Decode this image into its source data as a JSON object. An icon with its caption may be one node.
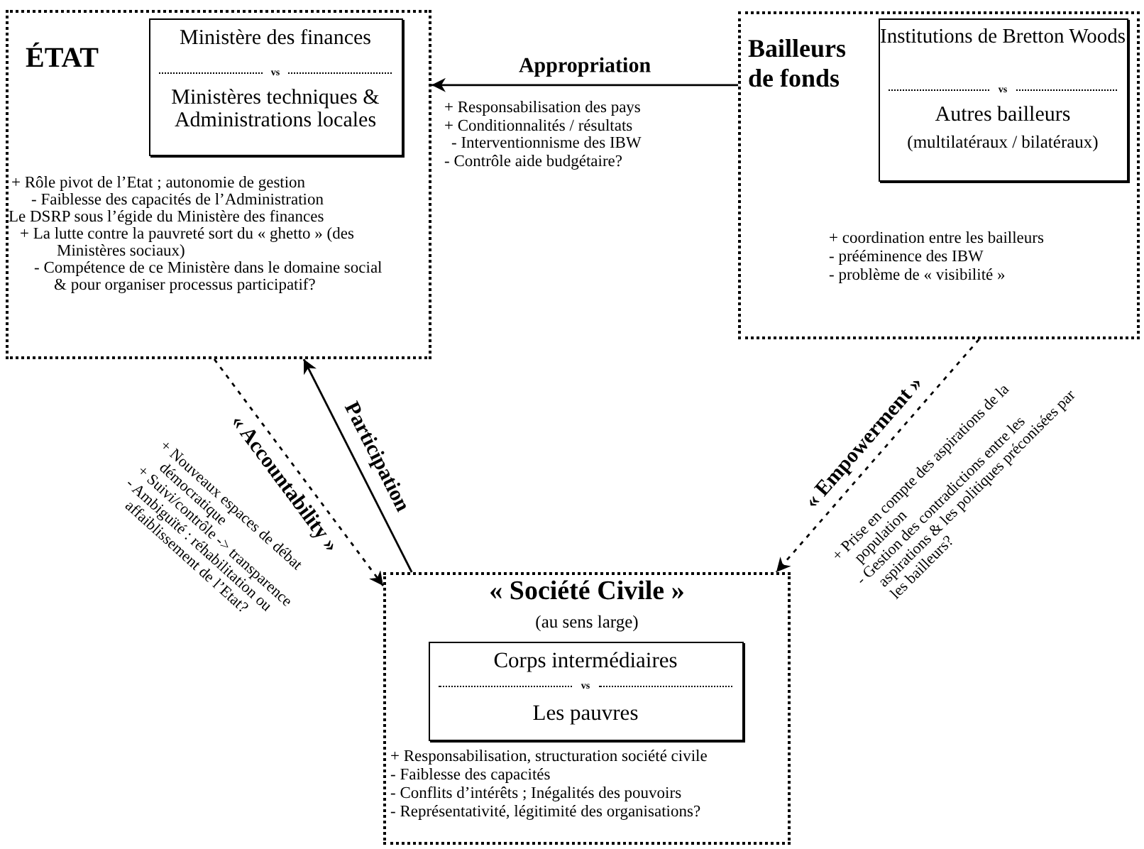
{
  "diagram": {
    "nodes": [
      {
        "text": [
          "ÉTAT",
          "+ Rôle pivot de l’Etat ; autonomie de gestion",
          "- Faiblesse des capacités de l’Administration",
          "Le DSRP sous l’égide du Ministère des finances",
          "+ La lutte contre la pauvreté sort du « ghetto » (des Ministères sociaux)",
          "- Compétence de ce Ministère dans le domaine social & pour organiser processus participatif?"
        ]
      },
      {
        "text": [
          "Ministère des finances",
          "vs",
          "Ministères techniques & Administrations locales"
        ],
        "in": 0
      },
      {
        "text": [
          "Bailleurs de fonds",
          "+ coordination entre les bailleurs",
          "- prééminence des IBW",
          "- problème de « visibilité »"
        ]
      },
      {
        "text": [
          "Institutions de Bretton Woods",
          "vs",
          "Autres bailleurs",
          "(multilatéraux / bilatéraux)"
        ],
        "in": 2
      },
      {
        "text": [
          "« Société Civile »",
          "(au sens large)",
          "+ Responsabilisation, structuration société civile",
          "- Faiblesse des capacités",
          "- Conflits d’intérêts ; Inégalités des pouvoirs",
          "- Représentativité, légitimité des organisations?"
        ]
      },
      {
        "text": [
          "Corps intermédiaires",
          "vs",
          "Les pauvres"
        ],
        "in": 4
      }
    ],
    "edges": [
      {
        "from": 2,
        "to": 0,
        "arrow": "to",
        "label": "Appropriation"
      },
      {
        "from": 4,
        "to": 0,
        "arrow": "to",
        "label": "Participation"
      },
      {
        "from": 0,
        "to": 4,
        "arrow": "to",
        "label": "« Accountability »",
        "style": "dashed"
      },
      {
        "from": 2,
        "to": 4,
        "arrow": "to",
        "label": "« Empowerment »",
        "style": "dashed"
      }
    ],
    "labels": [
      "+ Responsabilisation des pays",
      "+ Conditionnalités / résultats",
      "- Interventionnisme des IBW",
      "- Contrôle aide budgétaire?",
      "+ Nouveaux espaces de débat démocratique",
      "+ Suivi/contrôle -> transparence",
      "- Ambiguïté : réhabilitation ou affaiblissement de l’Etat?",
      "+ Prise en compte des aspirations de la population",
      "- Gestion des contradictions entre les aspirations & les politiques préconisées par les bailleurs?"
    ]
  }
}
